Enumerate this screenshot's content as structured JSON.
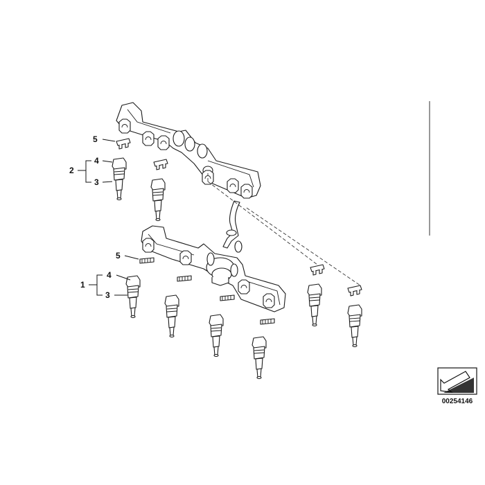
{
  "labels": {
    "upper_clip": "5",
    "upper_ring": "4",
    "upper_group": "2",
    "upper_injector": "3",
    "lower_clip": "5",
    "lower_ring": "4",
    "lower_group": "1",
    "lower_injector": "3"
  },
  "document_number": "00254146",
  "icon": "direction-arrow-icon"
}
